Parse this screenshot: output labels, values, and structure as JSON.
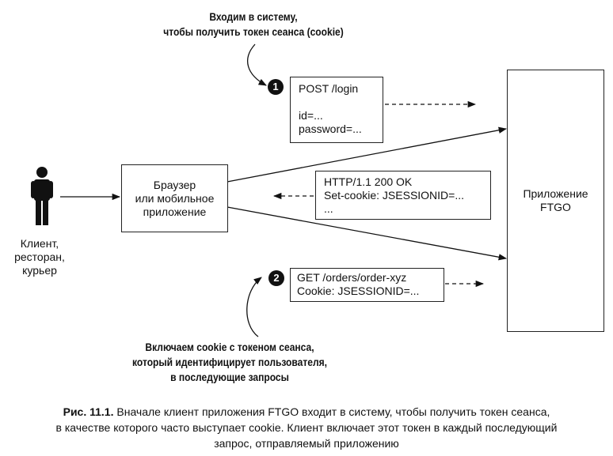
{
  "note_top": {
    "line1": "Входим в систему,",
    "line2": "чтобы получить токен сеанса (cookie)"
  },
  "note_bottom": {
    "line1": "Включаем cookie с токеном сеанса,",
    "line2": "который идентифицирует пользователя,",
    "line3": "в последующие запросы"
  },
  "client": {
    "line1": "Клиент,",
    "line2": "ресторан,",
    "line3": "курьер"
  },
  "browser": {
    "line1": "Браузер",
    "line2": "или мобильное",
    "line3": "приложение"
  },
  "app": {
    "line1": "Приложение",
    "line2": "FTGO"
  },
  "step1": {
    "number": "1",
    "line1": "POST /login",
    "line2": "id=...",
    "line3": "password=..."
  },
  "response": {
    "line1": "HTTP/1.1 200 OK",
    "line2": "Set-cookie: JSESSIONID=...",
    "line3": "..."
  },
  "step2": {
    "number": "2",
    "line1": "GET /orders/order-xyz",
    "line2": "Cookie: JSESSIONID=..."
  },
  "caption": {
    "prefix": "Рис. 11.1.",
    "line1": " Вначале клиент приложения FTGO входит в систему, чтобы получить токен сеанса,",
    "line2": "в качестве которого часто выступает cookie. Клиент включает этот токен в каждый последующий",
    "line3": "запрос, отправляемый приложению"
  }
}
